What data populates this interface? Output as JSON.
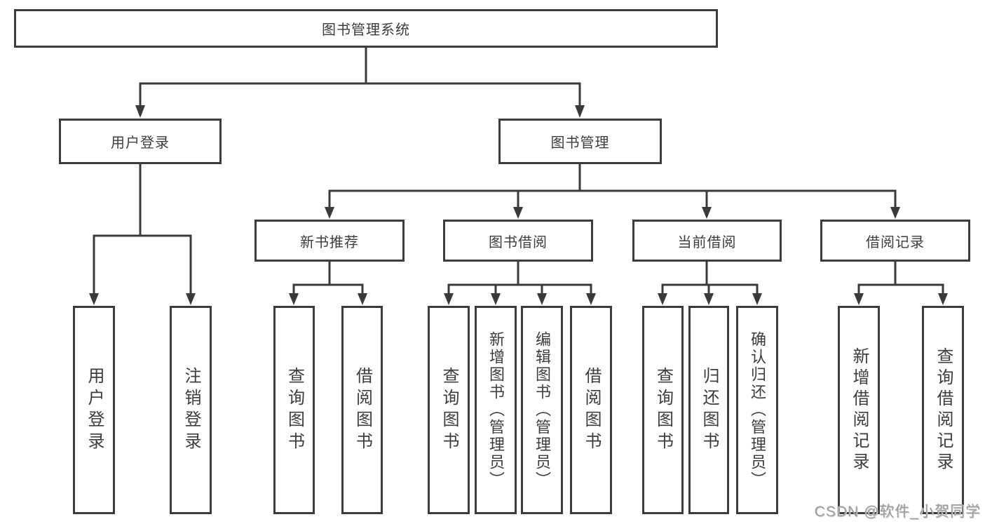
{
  "diagram": {
    "type": "hierarchy-chart",
    "nodes": {
      "root": {
        "label": "图书管理系统"
      },
      "user_login": {
        "label": "用户登录"
      },
      "book_mgmt": {
        "label": "图书管理"
      },
      "new_book_rec": {
        "label": "新书推荐"
      },
      "book_borrow": {
        "label": "图书借阅"
      },
      "current_borrow": {
        "label": "当前借阅"
      },
      "borrow_records": {
        "label": "借阅记录"
      },
      "ul_login": {
        "label": "用户登录"
      },
      "ul_logout": {
        "label": "注销登录"
      },
      "nb_query": {
        "label": "查询图书"
      },
      "nb_borrow": {
        "label": "借阅图书"
      },
      "bb_query": {
        "label": "查询图书"
      },
      "bb_add": {
        "label": "新增图书（管理员）"
      },
      "bb_edit": {
        "label": "编辑图书（管理员）"
      },
      "bb_borrow": {
        "label": "借阅图书"
      },
      "cb_query": {
        "label": "查询图书"
      },
      "cb_return": {
        "label": "归还图书"
      },
      "cb_confirm": {
        "label": "确认归还（管理员）"
      },
      "br_add": {
        "label": "新增借阅记录"
      },
      "br_query": {
        "label": "查询借阅记录"
      }
    },
    "hierarchy": {
      "root": [
        "user_login",
        "book_mgmt"
      ],
      "user_login": [
        "ul_login",
        "ul_logout"
      ],
      "book_mgmt": [
        "new_book_rec",
        "book_borrow",
        "current_borrow",
        "borrow_records"
      ],
      "new_book_rec": [
        "nb_query",
        "nb_borrow"
      ],
      "book_borrow": [
        "bb_query",
        "bb_add",
        "bb_edit",
        "bb_borrow"
      ],
      "current_borrow": [
        "cb_query",
        "cb_return",
        "cb_confirm"
      ],
      "borrow_records": [
        "br_add",
        "br_query"
      ]
    },
    "colors": {
      "line": "#3a3a3a",
      "box_border": "#3c3c3c",
      "text": "#3d3d3d",
      "watermark": "#9e9e9e"
    }
  },
  "watermark": {
    "text": "CSDN @软件_小贺同学"
  }
}
